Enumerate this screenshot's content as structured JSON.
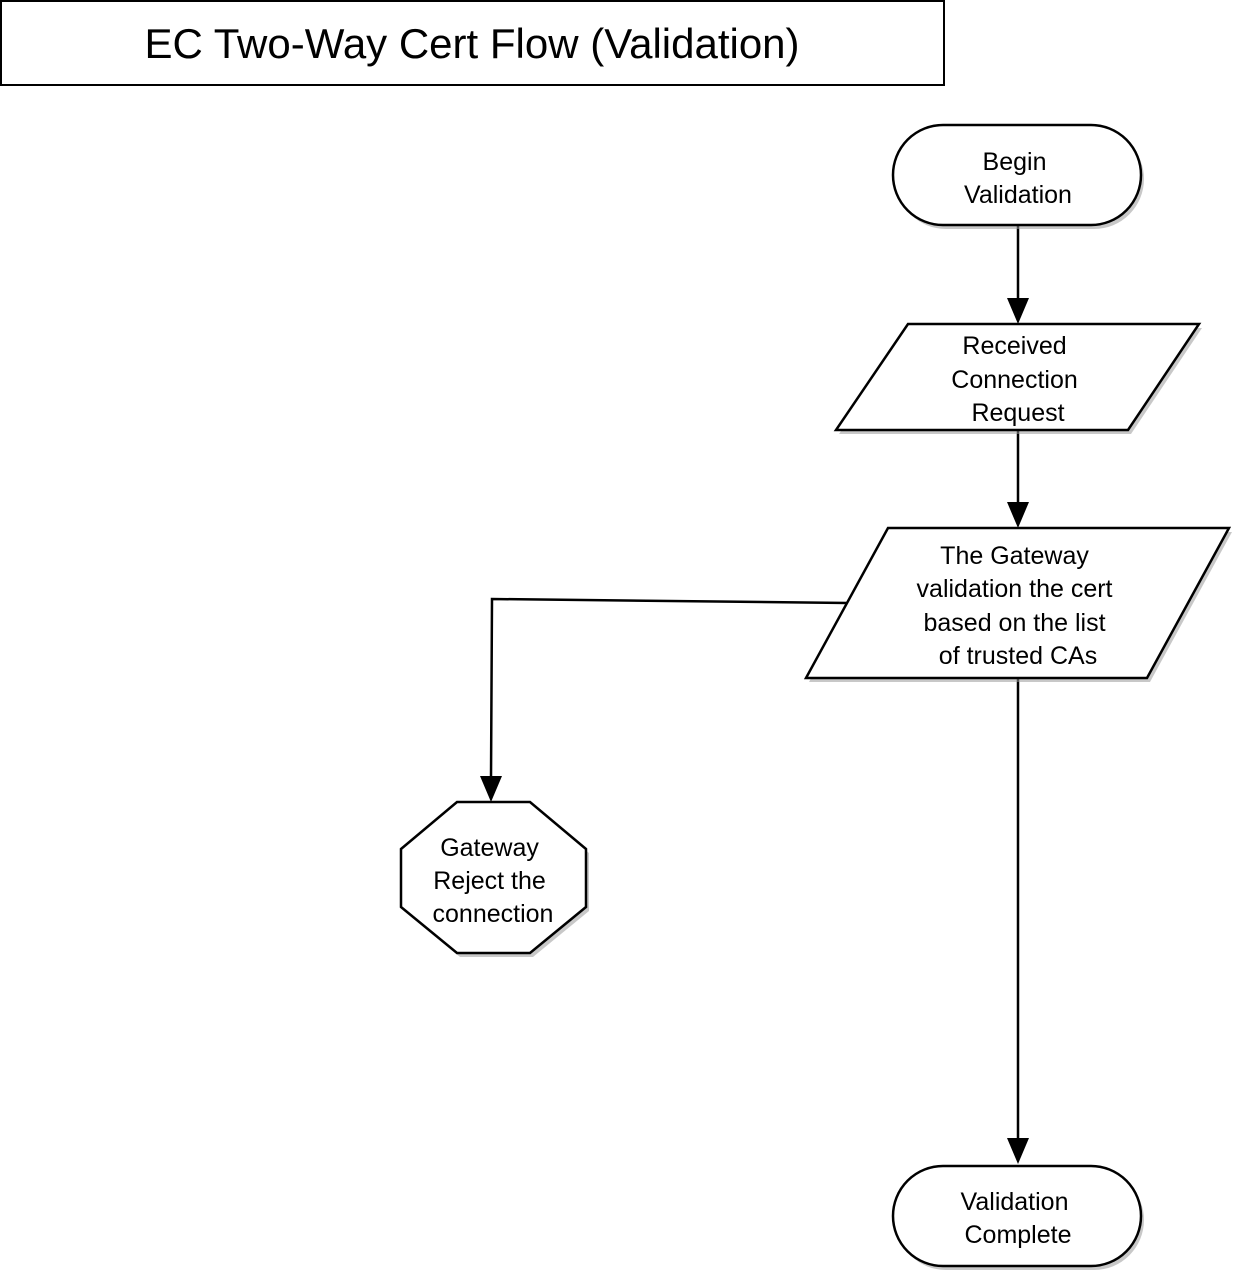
{
  "title": "EC Two-Way Cert Flow (Validation)",
  "nodes": {
    "begin": {
      "shape": "rounded-terminal",
      "lines": [
        "Begin",
        "Validation"
      ]
    },
    "received": {
      "shape": "parallelogram",
      "lines": [
        "Received",
        "Connection",
        "Request"
      ]
    },
    "validate": {
      "shape": "parallelogram",
      "lines": [
        "The Gateway",
        "validation the cert",
        "based on the list",
        "of trusted CAs"
      ]
    },
    "reject": {
      "shape": "octagon",
      "lines": [
        "Gateway",
        "Reject the",
        "connection"
      ]
    },
    "complete": {
      "shape": "rounded-terminal",
      "lines": [
        "Validation",
        "Complete"
      ]
    }
  },
  "edges": [
    {
      "from": "begin",
      "to": "received"
    },
    {
      "from": "received",
      "to": "validate"
    },
    {
      "from": "validate",
      "to": "reject"
    },
    {
      "from": "validate",
      "to": "complete"
    }
  ],
  "colors": {
    "stroke": "#000000",
    "fill": "#ffffff",
    "shadow": "#9a9a9a"
  }
}
